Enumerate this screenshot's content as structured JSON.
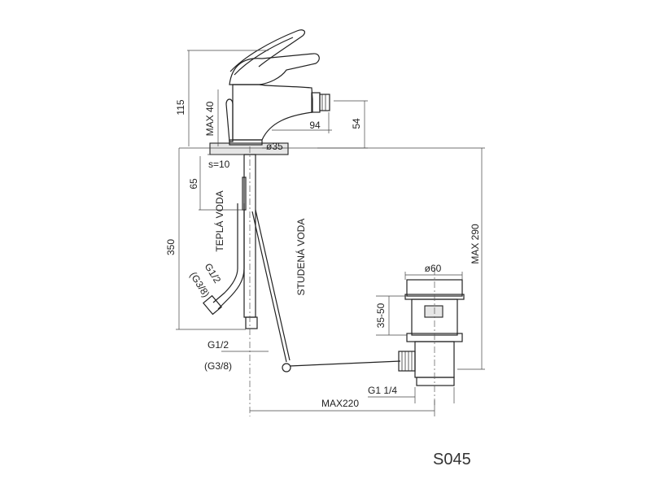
{
  "drawing": {
    "code": "S045",
    "dims": {
      "h115": "115",
      "max40": "MAX 40",
      "d94": "94",
      "d54": "54",
      "phi35": "ø35",
      "s10": "s=10",
      "d65": "65",
      "d350": "350",
      "max290": "MAX 290",
      "phi60": "ø60",
      "d3550": "35-50",
      "max220": "MAX220",
      "g114": "G1 1/4",
      "g12_a": "G1/2",
      "g38_a": "(G3/8)",
      "g12_b": "G1/2",
      "g38_b": "(G3/8)"
    },
    "labels": {
      "hot": "TEPLÁ VODA",
      "cold": "STUDENÁ VODA"
    }
  }
}
